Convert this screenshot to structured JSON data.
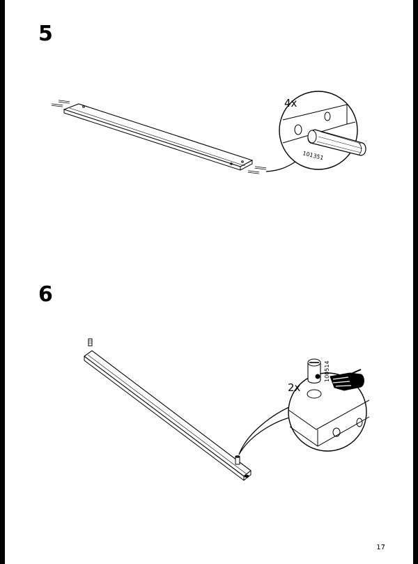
{
  "page": {
    "page_number": "17",
    "background": "#ffffff",
    "border_color": "#000000"
  },
  "steps": [
    {
      "number": "5",
      "quantity": "4x",
      "part_number": "101351",
      "part_icon": "wooden-dowel-icon",
      "illustration_icon": "flat-rail-icon"
    },
    {
      "number": "6",
      "quantity": "2x",
      "part_number": "100514",
      "part_icon": "cam-lock-dowel-icon",
      "illustration_icon": "angled-rail-icon",
      "gesture_icon": "pointing-hand-icon"
    }
  ]
}
